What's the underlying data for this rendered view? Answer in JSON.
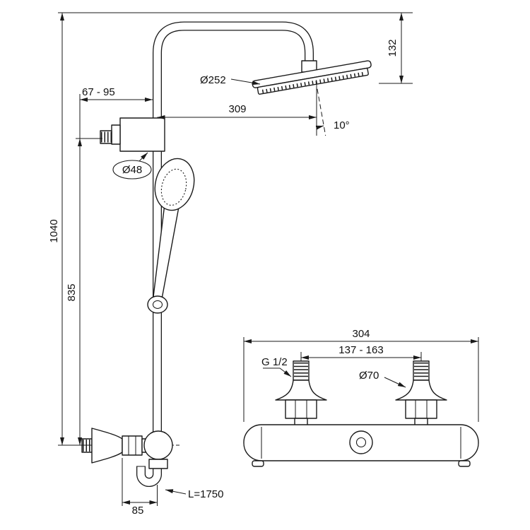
{
  "colors": {
    "background": "#ffffff",
    "line": "#1a1a1a"
  },
  "shower_column_view": {
    "labels": {
      "overall_height": "1040",
      "rail_height": "835",
      "wall_distance": "67 - 95",
      "head_diameter": "Ø252",
      "head_drop": "132",
      "arm_reach": "309",
      "head_angle": "10°",
      "bracket_diameter": "Ø48",
      "outlet_offset": "85",
      "hose_length": "L=1750"
    }
  },
  "mixer_view": {
    "labels": {
      "body_width": "304",
      "connection_centers": "137 - 163",
      "thread_size": "G 1/2",
      "escutcheon_diameter": "Ø70"
    }
  }
}
